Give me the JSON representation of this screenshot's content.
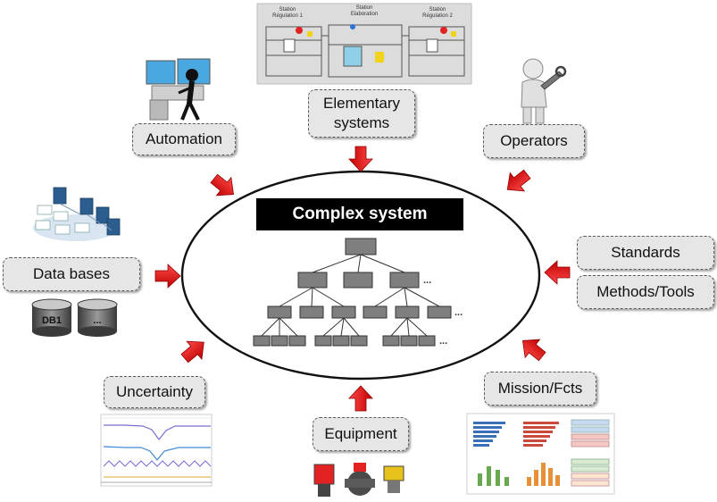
{
  "center": {
    "title": "Complex system",
    "ellipsis": "..."
  },
  "labels": {
    "automation": "Automation",
    "elementary_line1": "Elementary",
    "elementary_line2": "systems",
    "operators": "Operators",
    "data_bases": "Data bases",
    "standards": "Standards",
    "methods_tools": "Methods/Tools",
    "uncertainty": "Uncertainty",
    "equipment": "Equipment",
    "mission": "Mission/Fcts"
  },
  "databases": {
    "db1": "DB1",
    "db2": "..."
  },
  "station_panel": {
    "left_line1": "Station",
    "left_line2": "Régulation 1",
    "middle_line1": "Station",
    "middle_line2": "Elaboration",
    "right_line1": "Station",
    "right_line2": "Régulation 2"
  },
  "colors": {
    "arrow": "#e0161b",
    "label_bg": "#e6e6e6",
    "node": "#7f7f7f",
    "title_bg": "#000000"
  }
}
